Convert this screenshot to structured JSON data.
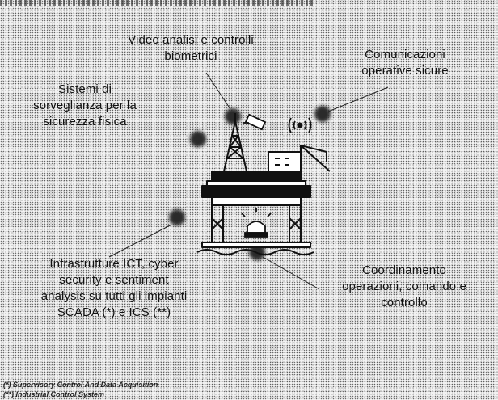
{
  "labels": {
    "video": [
      "Video analisi e controlli",
      "biometrici"
    ],
    "communications": [
      "Comunicazioni",
      "operative sicure"
    ],
    "surveillance": [
      "Sistemi di",
      "sorveglianza per la",
      "sicurezza fisica"
    ],
    "infrastructure": [
      "Infrastrutture ICT, cyber",
      "security e sentiment",
      "analysis su tutti gli impianti",
      "SCADA (*) e ICS (**)"
    ],
    "coordination": [
      "Coordinamento",
      "operazioni, comando e",
      "controllo"
    ]
  },
  "footnotes": [
    "(*) Supervisory Control And Data Acquisition",
    "(**) Industrial Control System"
  ],
  "icons": {
    "platform": "oil-platform-icon",
    "camera": "cctv-camera-icon",
    "antenna": "wireless-antenna-icon",
    "alarm": "alarm-light-icon",
    "markers": "blurred-dot-marker"
  },
  "colors": {
    "ink": "#111111",
    "marker": "#2a2a2a",
    "background": "#f2f2f2"
  }
}
